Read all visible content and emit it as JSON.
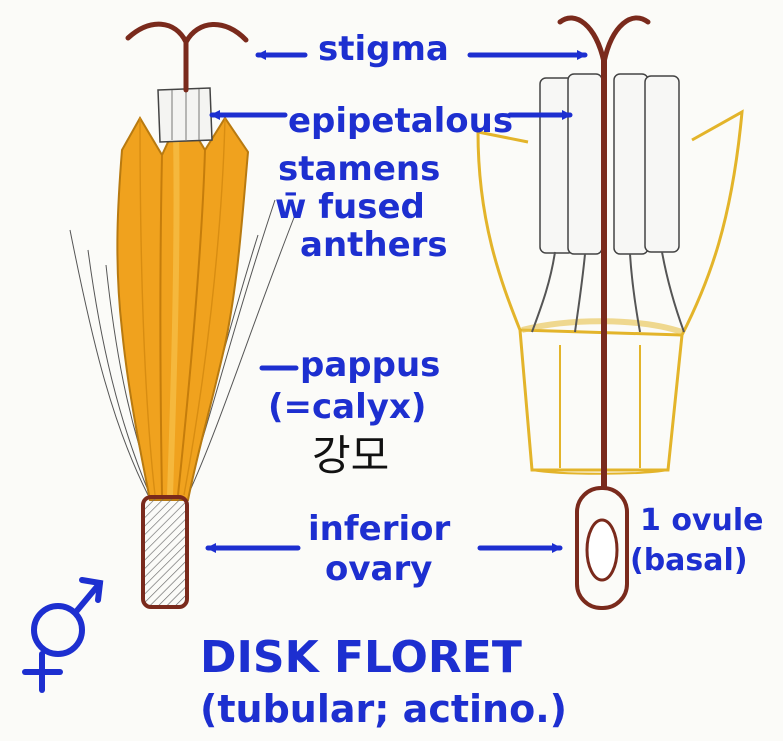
{
  "labels": {
    "stigma": "stigma",
    "stamens_line1": "epipetalous",
    "stamens_line2": "stamens",
    "stamens_line3": "w̄ fused",
    "stamens_line4": "anthers",
    "pappus_line1": "pappus",
    "pappus_line2": "(=calyx)",
    "korean_note": "강모",
    "ovary_line1": "inferior",
    "ovary_line2": "ovary",
    "ovule_line1": "1 ovule",
    "ovule_line2": "(basal)",
    "title_line1": "DISK FLORET",
    "title_line2": "(tubular; actino.)"
  },
  "symbols": {
    "bisexual": "bisexual-symbol"
  },
  "colors": {
    "ink_blue": "#1d2fd0",
    "corolla_orange": "#f0a21e",
    "corolla_light": "#f7c24a",
    "outline_yellow": "#e3b42a",
    "style_brown": "#7a2a1c",
    "ovary_brown": "#7a2a1c"
  }
}
